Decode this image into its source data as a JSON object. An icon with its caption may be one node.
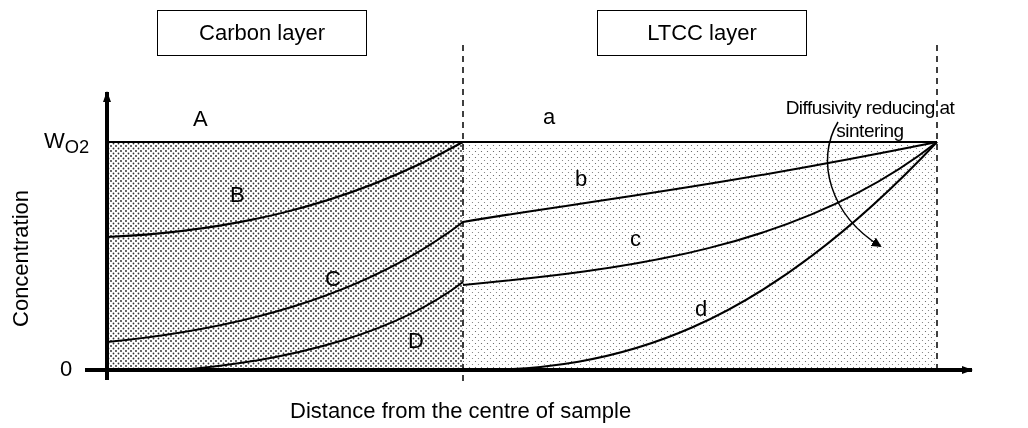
{
  "diagram": {
    "nodes": [
      {
        "text": [
          "Carbon layer"
        ]
      },
      {
        "text": [
          "LTCC layer"
        ]
      }
    ],
    "edges": [],
    "labels": [
      "Diffusivity reducing at sintering",
      "A",
      "a",
      "W$_{O2}$",
      "B",
      "b",
      "c",
      "C",
      "d",
      "D",
      "0",
      "Concentration",
      "Distance from the centre of sample"
    ]
  }
}
